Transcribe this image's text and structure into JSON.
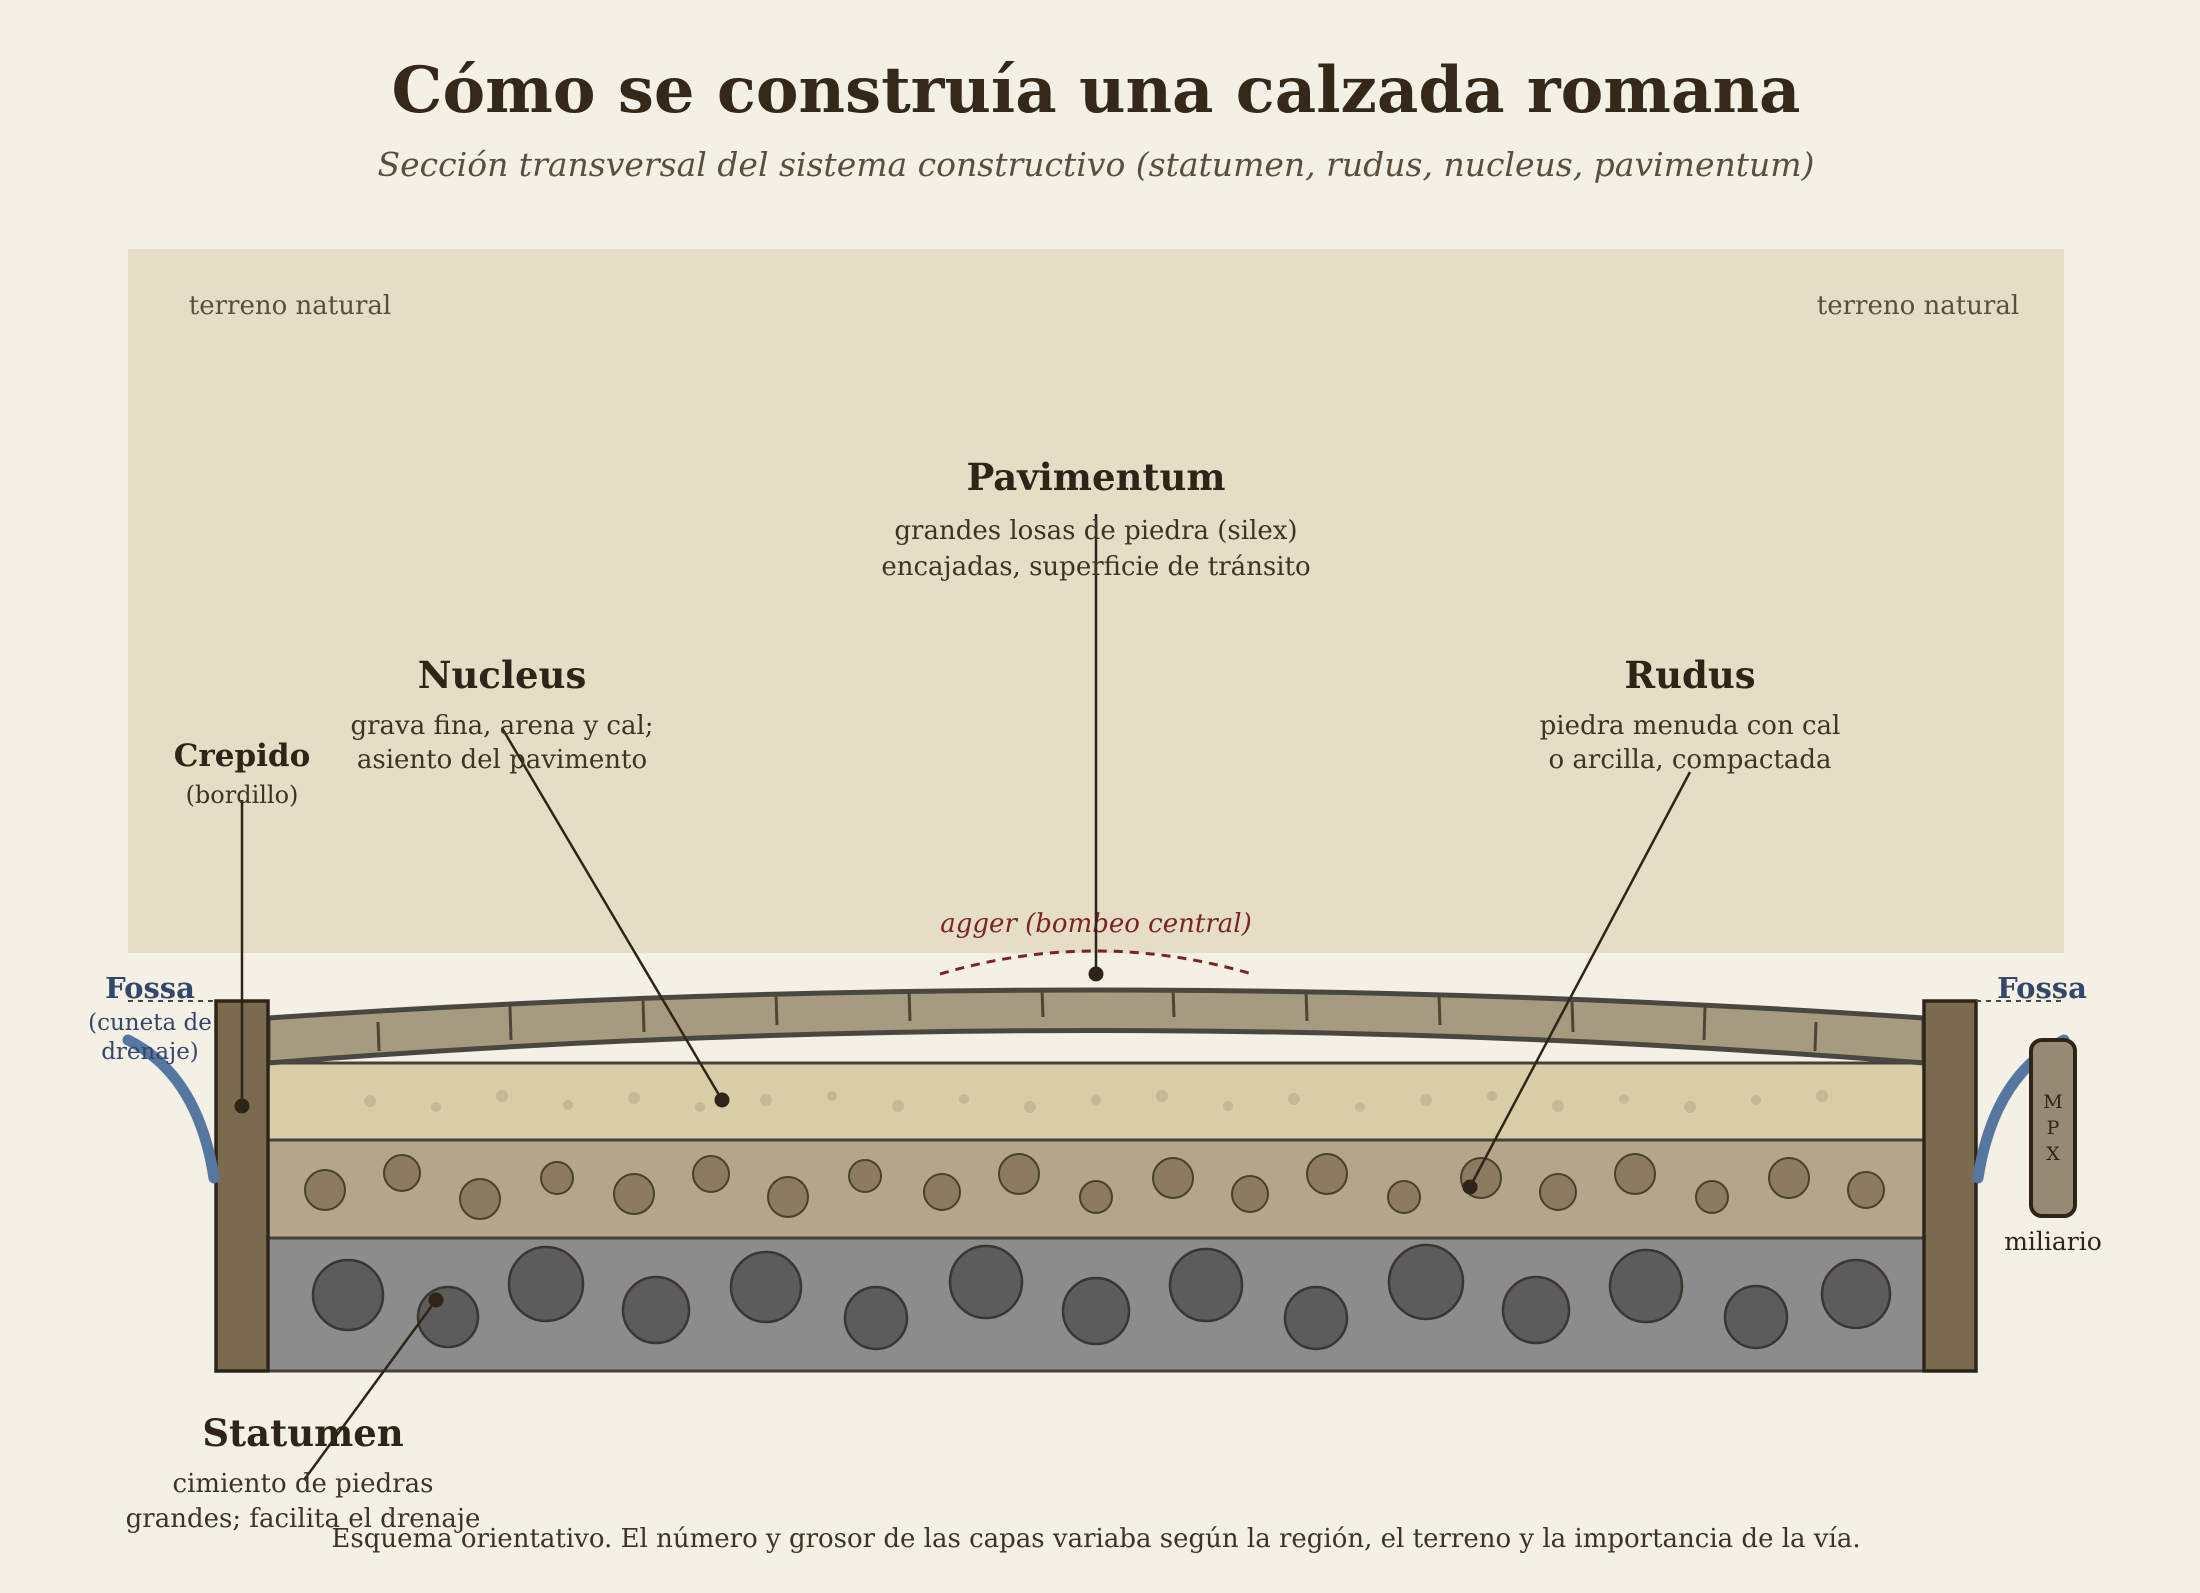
{
  "header": {
    "title": "Cómo se construía una calzada romana",
    "subtitle": "Sección transversal del sistema constructivo (statumen, rudus, nucleus, pavimentum)"
  },
  "terrain": {
    "left": "terreno natural",
    "right": "terreno natural"
  },
  "agger": {
    "label": "agger (bombeo central)"
  },
  "layers": {
    "pavimentum": {
      "name": "Pavimentum",
      "desc1": "grandes losas de piedra (silex)",
      "desc2": "encajadas, superficie de tránsito"
    },
    "nucleus": {
      "name": "Nucleus",
      "desc1": "grava fina, arena y cal;",
      "desc2": "asiento del pavimento"
    },
    "rudus": {
      "name": "Rudus",
      "desc1": "piedra menuda con cal",
      "desc2": "o arcilla, compactada"
    },
    "statumen": {
      "name": "Statumen",
      "desc1": "cimiento de piedras",
      "desc2": "grandes; facilita el drenaje"
    },
    "crepido": {
      "name": "Crepido",
      "desc": "(bordillo)"
    }
  },
  "fossa": {
    "left_name": "Fossa",
    "left_desc1": "(cuneta de",
    "left_desc2": "drenaje)",
    "right_name": "Fossa"
  },
  "milestone": {
    "letters": [
      "M",
      "P",
      "X"
    ],
    "label": "miliario"
  },
  "footer": {
    "note": "Esquema orientativo. El número y grosor de las capas variaba según la región, el terreno y la importancia de la vía."
  },
  "colors": {
    "background": "#f4f0e5",
    "terrain": "#e5ddc5",
    "pavimentum": "#a69b80",
    "nucleus": "#d9cda7",
    "rudus": "#b3a68a",
    "statumen": "#8c8c8c",
    "crepido": "#7a6a4f",
    "water": "#5577a0",
    "agger": "#7a2424",
    "ink": "#2e2518",
    "fossa_text": "#33476b"
  }
}
